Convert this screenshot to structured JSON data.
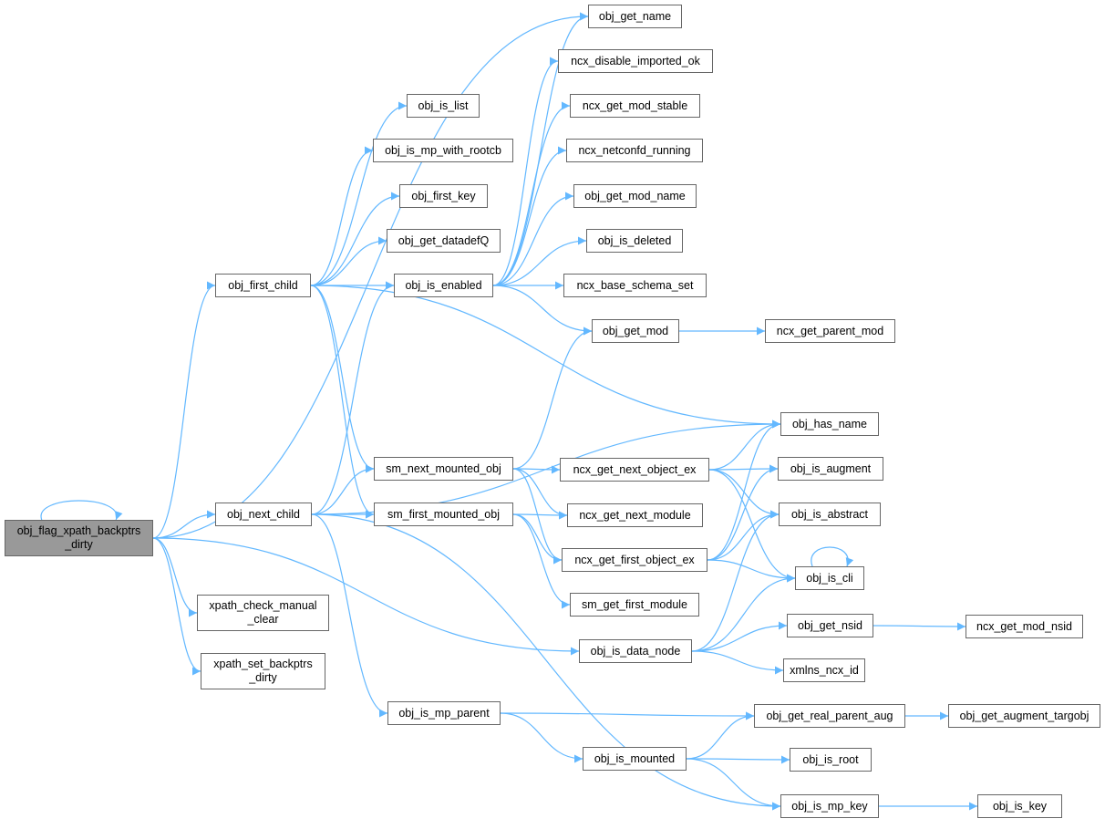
{
  "colors": {
    "edge": "#63b8ff",
    "root_fill": "#999999",
    "node_border": "#666666"
  },
  "nodes": [
    {
      "id": "root",
      "lines": [
        "obj_flag_xpath_backptrs",
        "_dirty"
      ],
      "root": true
    },
    {
      "id": "obj_get_name",
      "lines": [
        "obj_get_name"
      ]
    },
    {
      "id": "ncx_disable_imported_ok",
      "lines": [
        "ncx_disable_imported_ok"
      ]
    },
    {
      "id": "ncx_get_mod_stable",
      "lines": [
        "ncx_get_mod_stable"
      ]
    },
    {
      "id": "ncx_netconfd_running",
      "lines": [
        "ncx_netconfd_running"
      ]
    },
    {
      "id": "obj_get_mod_name",
      "lines": [
        "obj_get_mod_name"
      ]
    },
    {
      "id": "obj_is_deleted",
      "lines": [
        "obj_is_deleted"
      ]
    },
    {
      "id": "ncx_base_schema_set",
      "lines": [
        "ncx_base_schema_set"
      ]
    },
    {
      "id": "obj_get_mod",
      "lines": [
        "obj_get_mod"
      ]
    },
    {
      "id": "ncx_get_parent_mod",
      "lines": [
        "ncx_get_parent_mod"
      ]
    },
    {
      "id": "obj_first_child",
      "lines": [
        "obj_first_child"
      ]
    },
    {
      "id": "obj_is_list",
      "lines": [
        "obj_is_list"
      ]
    },
    {
      "id": "obj_is_mp_with_rootcb",
      "lines": [
        "obj_is_mp_with_rootcb"
      ]
    },
    {
      "id": "obj_first_key",
      "lines": [
        "obj_first_key"
      ]
    },
    {
      "id": "obj_get_datadefQ",
      "lines": [
        "obj_get_datadefQ"
      ]
    },
    {
      "id": "obj_is_enabled",
      "lines": [
        "obj_is_enabled"
      ]
    },
    {
      "id": "obj_next_child",
      "lines": [
        "obj_next_child"
      ]
    },
    {
      "id": "sm_next_mounted_obj",
      "lines": [
        "sm_next_mounted_obj"
      ]
    },
    {
      "id": "sm_first_mounted_obj",
      "lines": [
        "sm_first_mounted_obj"
      ]
    },
    {
      "id": "ncx_get_next_object_ex",
      "lines": [
        "ncx_get_next_object_ex"
      ]
    },
    {
      "id": "ncx_get_next_module",
      "lines": [
        "ncx_get_next_module"
      ]
    },
    {
      "id": "ncx_get_first_object_ex",
      "lines": [
        "ncx_get_first_object_ex"
      ]
    },
    {
      "id": "sm_get_first_module",
      "lines": [
        "sm_get_first_module"
      ]
    },
    {
      "id": "obj_has_name",
      "lines": [
        "obj_has_name"
      ]
    },
    {
      "id": "obj_is_augment",
      "lines": [
        "obj_is_augment"
      ]
    },
    {
      "id": "obj_is_abstract",
      "lines": [
        "obj_is_abstract"
      ]
    },
    {
      "id": "obj_is_cli",
      "lines": [
        "obj_is_cli"
      ]
    },
    {
      "id": "obj_get_nsid",
      "lines": [
        "obj_get_nsid"
      ]
    },
    {
      "id": "ncx_get_mod_nsid",
      "lines": [
        "ncx_get_mod_nsid"
      ]
    },
    {
      "id": "xmlns_ncx_id",
      "lines": [
        "xmlns_ncx_id"
      ]
    },
    {
      "id": "obj_is_data_node",
      "lines": [
        "obj_is_data_node"
      ]
    },
    {
      "id": "xpath_check_manual_clear",
      "lines": [
        "xpath_check_manual",
        "_clear"
      ]
    },
    {
      "id": "xpath_set_backptrs_dirty",
      "lines": [
        "xpath_set_backptrs",
        "_dirty"
      ]
    },
    {
      "id": "obj_is_mp_parent",
      "lines": [
        "obj_is_mp_parent"
      ]
    },
    {
      "id": "obj_get_real_parent_aug",
      "lines": [
        "obj_get_real_parent_aug"
      ]
    },
    {
      "id": "obj_get_augment_targobj",
      "lines": [
        "obj_get_augment_targobj"
      ]
    },
    {
      "id": "obj_is_mounted",
      "lines": [
        "obj_is_mounted"
      ]
    },
    {
      "id": "obj_is_root",
      "lines": [
        "obj_is_root"
      ]
    },
    {
      "id": "obj_is_mp_key",
      "lines": [
        "obj_is_mp_key"
      ]
    },
    {
      "id": "obj_is_key",
      "lines": [
        "obj_is_key"
      ]
    }
  ],
  "edges": [
    [
      "root",
      "root"
    ],
    [
      "root",
      "obj_get_name"
    ],
    [
      "root",
      "obj_first_child"
    ],
    [
      "root",
      "obj_next_child"
    ],
    [
      "root",
      "xpath_check_manual_clear"
    ],
    [
      "root",
      "xpath_set_backptrs_dirty"
    ],
    [
      "root",
      "obj_is_data_node"
    ],
    [
      "obj_first_child",
      "obj_is_list"
    ],
    [
      "obj_first_child",
      "obj_is_mp_with_rootcb"
    ],
    [
      "obj_first_child",
      "obj_first_key"
    ],
    [
      "obj_first_child",
      "obj_get_datadefQ"
    ],
    [
      "obj_first_child",
      "obj_is_enabled"
    ],
    [
      "obj_first_child",
      "obj_has_name"
    ],
    [
      "obj_first_child",
      "sm_next_mounted_obj"
    ],
    [
      "obj_first_child",
      "sm_first_mounted_obj"
    ],
    [
      "obj_is_enabled",
      "obj_get_name"
    ],
    [
      "obj_is_enabled",
      "ncx_disable_imported_ok"
    ],
    [
      "obj_is_enabled",
      "ncx_get_mod_stable"
    ],
    [
      "obj_is_enabled",
      "ncx_netconfd_running"
    ],
    [
      "obj_is_enabled",
      "obj_get_mod_name"
    ],
    [
      "obj_is_enabled",
      "obj_is_deleted"
    ],
    [
      "obj_is_enabled",
      "ncx_base_schema_set"
    ],
    [
      "obj_is_enabled",
      "obj_get_mod"
    ],
    [
      "obj_get_mod",
      "ncx_get_parent_mod"
    ],
    [
      "obj_next_child",
      "obj_is_enabled"
    ],
    [
      "obj_next_child",
      "obj_has_name"
    ],
    [
      "obj_next_child",
      "sm_next_mounted_obj"
    ],
    [
      "obj_next_child",
      "sm_first_mounted_obj"
    ],
    [
      "obj_next_child",
      "obj_is_mp_parent"
    ],
    [
      "obj_next_child",
      "obj_is_mp_key"
    ],
    [
      "sm_next_mounted_obj",
      "obj_get_mod"
    ],
    [
      "sm_next_mounted_obj",
      "ncx_get_next_object_ex"
    ],
    [
      "sm_next_mounted_obj",
      "ncx_get_next_module"
    ],
    [
      "sm_next_mounted_obj",
      "ncx_get_first_object_ex"
    ],
    [
      "sm_first_mounted_obj",
      "ncx_get_next_module"
    ],
    [
      "sm_first_mounted_obj",
      "ncx_get_first_object_ex"
    ],
    [
      "sm_first_mounted_obj",
      "sm_get_first_module"
    ],
    [
      "ncx_get_next_object_ex",
      "obj_has_name"
    ],
    [
      "ncx_get_next_object_ex",
      "obj_is_augment"
    ],
    [
      "ncx_get_next_object_ex",
      "obj_is_abstract"
    ],
    [
      "ncx_get_next_object_ex",
      "obj_is_cli"
    ],
    [
      "ncx_get_first_object_ex",
      "obj_has_name"
    ],
    [
      "ncx_get_first_object_ex",
      "obj_is_augment"
    ],
    [
      "ncx_get_first_object_ex",
      "obj_is_abstract"
    ],
    [
      "ncx_get_first_object_ex",
      "obj_is_cli"
    ],
    [
      "obj_is_cli",
      "obj_is_cli"
    ],
    [
      "obj_is_data_node",
      "obj_is_abstract"
    ],
    [
      "obj_is_data_node",
      "obj_is_cli"
    ],
    [
      "obj_is_data_node",
      "obj_get_nsid"
    ],
    [
      "obj_is_data_node",
      "xmlns_ncx_id"
    ],
    [
      "obj_get_nsid",
      "ncx_get_mod_nsid"
    ],
    [
      "obj_is_mp_parent",
      "obj_get_real_parent_aug"
    ],
    [
      "obj_is_mp_parent",
      "obj_is_mounted"
    ],
    [
      "obj_get_real_parent_aug",
      "obj_get_augment_targobj"
    ],
    [
      "obj_is_mounted",
      "obj_get_real_parent_aug"
    ],
    [
      "obj_is_mounted",
      "obj_is_root"
    ],
    [
      "obj_is_mounted",
      "obj_is_mp_key"
    ],
    [
      "obj_is_mp_key",
      "obj_is_key"
    ]
  ]
}
